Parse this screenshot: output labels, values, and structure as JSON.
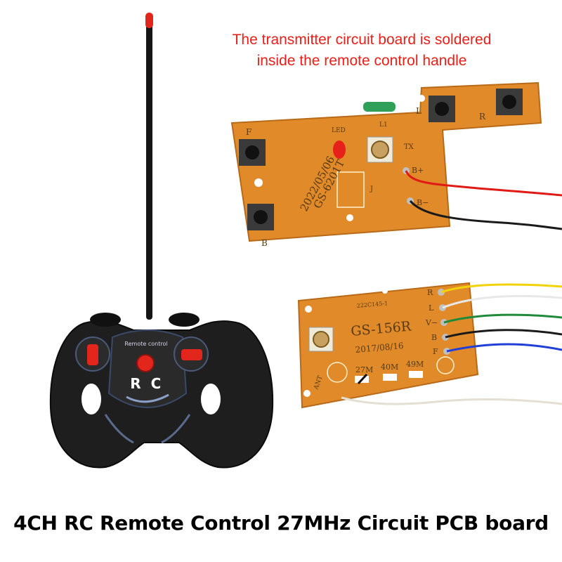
{
  "captions": {
    "top_line1": "The transmitter circuit board is soldered",
    "top_line2": "inside the remote control handle",
    "bottom": "4CH RC Remote Control 27MHz Circuit PCB board"
  },
  "remote": {
    "label": "Remote control",
    "logo_r": "R",
    "logo_c": "C"
  },
  "transmitter_board": {
    "date": "2022/05/06",
    "model": "GS-6201T",
    "label_f": "F",
    "label_b": "B",
    "label_l": "L",
    "label_r": "R",
    "label_led": "LED",
    "label_l1": "L1",
    "label_tx": "TX",
    "label_j": "J",
    "label_bplus": "B+",
    "label_bminus": "B−"
  },
  "receiver_board": {
    "code": "222C145-1",
    "model": "GS-156R",
    "date": "2017/08/16",
    "freq_27": "27M",
    "freq_40": "40M",
    "freq_49": "49M",
    "label_ant": "ANT",
    "pins": [
      "R",
      "L",
      "V−",
      "B",
      "F"
    ]
  },
  "colors": {
    "pcb": "#e08a2a",
    "caption_red": "#e8201a",
    "wire_yellow": "#f2d20a",
    "wire_white": "#e8e8e8",
    "wire_green": "#1f8a3a",
    "wire_black": "#1a1a1a",
    "wire_blue": "#1f3fd6",
    "wire_red": "#e01a14"
  }
}
